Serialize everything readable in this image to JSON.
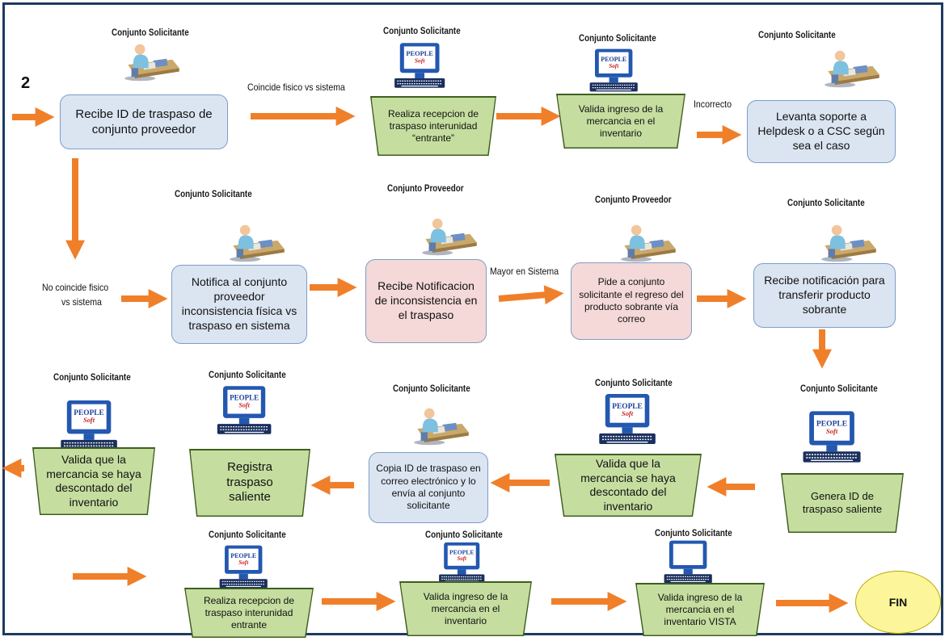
{
  "start_marker": "2",
  "roles": {
    "cs": "Conjunto Solicitante",
    "cp": "Conjunto Proveedor"
  },
  "nodes": {
    "recibe_id": "Recibe ID de traspaso de conjunto proveedor",
    "recepcion_entrante_1": "Realiza recepcion de traspaso interunidad “entrante”",
    "valida_ingreso_1": "Valida ingreso de la mercancia en el inventario",
    "levanta_soporte": "Levanta soporte a Helpdesk o a CSC según sea el caso",
    "notifica": "Notifica al conjunto proveedor inconsistencia física vs traspaso en sistema",
    "recibe_notificacion": "Recibe Notificacion de inconsistencia en el traspaso",
    "pide_regreso": "Pide a conjunto solicitante el regreso del producto sobrante vía correo",
    "recibe_notif_transferir": "Recibe notificación para transferir producto sobrante",
    "genera_id": "Genera ID de traspaso saliente",
    "valida_descontado_2": "Valida que la mercancia se haya descontado del inventario",
    "copia_id": "Copia ID de traspaso en correo electrónico y lo envía al conjunto solicitante",
    "registra_traspaso": "Registra traspaso saliente",
    "valida_descontado_1": "Valida que la mercancia se haya descontado del inventario",
    "recepcion_entrante_2": "Realiza recepcion de traspaso interunidad entrante",
    "valida_ingreso_2": "Valida ingreso de la mercancia en el inventario",
    "valida_ingreso_vista": "Valida ingreso de la mercancia en el inventario VISTA",
    "fin": "FIN"
  },
  "edge_labels": {
    "coincide": "Coincide fisico vs sistema",
    "incorrecto": "Incorrecto",
    "no_coincide_1": "No coincide fisico",
    "no_coincide_2": "vs sistema",
    "mayor": "Mayor en Sistema"
  },
  "icons": {
    "person": "person-at-desk-icon",
    "computer": "peoplesoft-computer-icon"
  },
  "colors": {
    "arrow": "#f07f2a",
    "process_blue": "#dbe5f1",
    "process_pink": "#f4d9d8",
    "system_green": "#c5dea0",
    "end_yellow": "#fdf59a",
    "frame": "#1f3a5f"
  }
}
